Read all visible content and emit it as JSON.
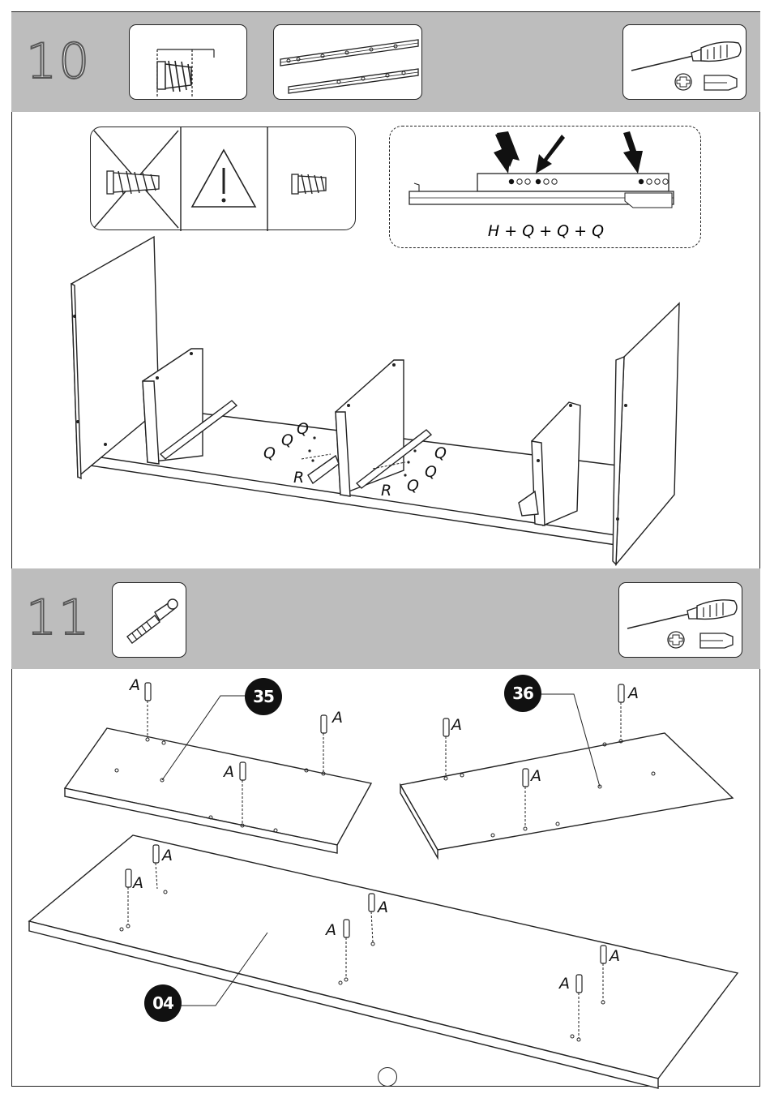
{
  "step10": {
    "number": "10",
    "formula": "H + Q + Q + Q",
    "labels": {
      "q1": "Q",
      "q2": "Q",
      "q3": "Q",
      "q4": "Q",
      "q5": "Q",
      "q6": "Q",
      "r1": "R",
      "r2": "R"
    }
  },
  "step11": {
    "number": "11",
    "part_35": "35",
    "part_36": "36",
    "part_04": "04",
    "labels": {
      "a1": "A",
      "a2": "A",
      "a3": "A",
      "a4": "A",
      "a5": "A",
      "a6": "A",
      "a7": "A",
      "a8": "A",
      "a9": "A",
      "a10": "A",
      "a11": "A",
      "a12": "A"
    }
  },
  "colors": {
    "band": "#bdbdbd",
    "ink": "#111111"
  }
}
